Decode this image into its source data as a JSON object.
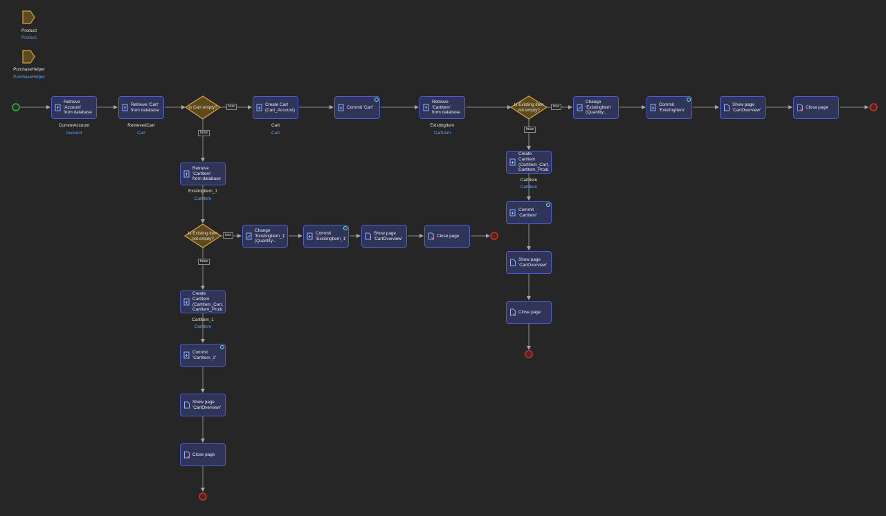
{
  "parameters": [
    {
      "name": "Product",
      "type": "Product"
    },
    {
      "name": "PurchaseHelper",
      "type": "PurchaseHelper"
    }
  ],
  "activities": {
    "retrieve_account": {
      "label": "Retrieve 'Account'\nfrom database",
      "output_name": "CurrentAccount",
      "output_type": "Account"
    },
    "retrieve_cart": {
      "label": "Retrieve 'Cart'\nfrom database",
      "output_name": "RetrievedCart",
      "output_type": "Cart"
    },
    "create_cart": {
      "label": "Create Cart\n(Cart_Account)",
      "output_name": "Cart",
      "output_type": "Cart"
    },
    "commit_cart": {
      "label": "Commit 'Cart'"
    },
    "retrieve_cartitem_top": {
      "label": "Retrieve 'CartItem'\nfrom database",
      "output_name": "ExistingItem",
      "output_type": "CartItem"
    },
    "change_existingitem": {
      "label": "Change\n'ExistingItem'\n(Quantity..."
    },
    "commit_existingitem": {
      "label": "Commit\n'ExistingItem'"
    },
    "show_page_top": {
      "label": "Show page\n'CartOverview'"
    },
    "close_page_top": {
      "label": "Close page"
    },
    "create_cartitem_right": {
      "label": "Create CartItem\n(CartItem_Cart,\nCartItem_Produc...",
      "output_name": "CartItem",
      "output_type": "CartItem"
    },
    "commit_cartitem_right": {
      "label": "Commit 'CartItem'"
    },
    "show_page_right": {
      "label": "Show page\n'CartOverview'"
    },
    "close_page_right": {
      "label": "Close page"
    },
    "retrieve_cartitem_left": {
      "label": "Retrieve 'CartItem'\nfrom database",
      "output_name": "ExistingItem_1",
      "output_type": "CartItem"
    },
    "change_existingitem_1": {
      "label": "Change\n'ExistingItem_1'\n(Quantity..."
    },
    "commit_existingitem_1": {
      "label": "Commit\n'ExistingItem_1'"
    },
    "show_page_mid": {
      "label": "Show page\n'CartOverview'"
    },
    "close_page_mid": {
      "label": "Close page"
    },
    "create_cartitem_1": {
      "label": "Create CartItem\n(CartItem_Cart,\nCartItem_Produc...",
      "output_name": "CartItem_1",
      "output_type": "CartItem"
    },
    "commit_cartitem_1": {
      "label": "Commit\n'CartItem_1'"
    },
    "show_page_left": {
      "label": "Show page\n'CartOverview'"
    },
    "close_page_left": {
      "label": "Close page"
    }
  },
  "decisions": {
    "cart_empty": {
      "label": "Is Cart empty?"
    },
    "existing_item_top": {
      "label": "Is Existing item\nnot empty?"
    },
    "existing_item_left": {
      "label": "Is Existing item\nnot empty?"
    }
  },
  "flow_labels": {
    "true": "true",
    "false": "false"
  },
  "colors": {
    "background": "#262626",
    "activity_fill": "#2f3459",
    "activity_border": "#4d5bd6",
    "decision_fill": "#5e4a1f",
    "decision_border": "#d9a441",
    "start_event": "#3fae49",
    "end_event": "#c0392b",
    "type_text": "#5aa3ff"
  }
}
